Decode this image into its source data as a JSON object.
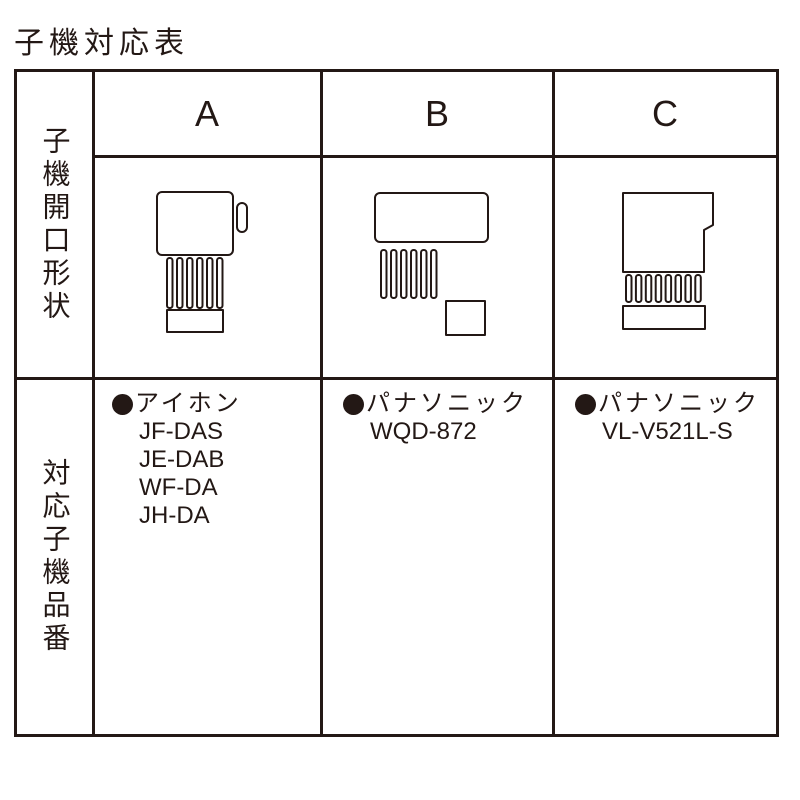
{
  "title": "子機対応表",
  "colors": {
    "ink": "#231815",
    "background": "#ffffff"
  },
  "table": {
    "row_headers": {
      "shape": "子機開口形状",
      "models": "対応子機品番"
    },
    "columns": [
      {
        "letter": "A",
        "shape_icon": "doorphone-opening-a-icon",
        "brand": "アイホン",
        "models": [
          "JF-DAS",
          "JE-DAB",
          "WF-DA",
          "JH-DA"
        ]
      },
      {
        "letter": "B",
        "shape_icon": "doorphone-opening-b-icon",
        "brand": "パナソニック",
        "models": [
          "WQD-872"
        ]
      },
      {
        "letter": "C",
        "shape_icon": "doorphone-opening-c-icon",
        "brand": "パナソニック",
        "models": [
          "VL-V521L-S"
        ]
      }
    ]
  }
}
